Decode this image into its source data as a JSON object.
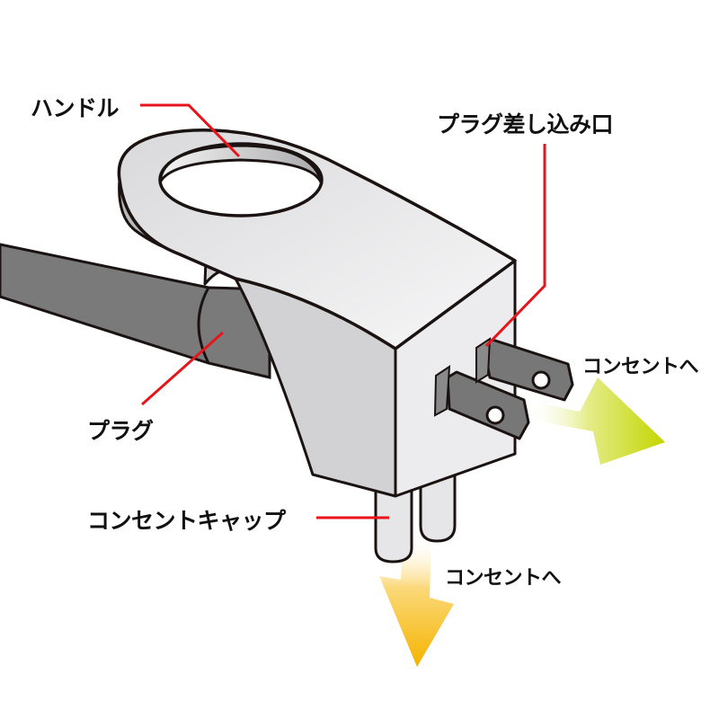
{
  "diagram": {
    "subject": "plug with handle and outlet cap",
    "labels": {
      "handle": "ハンドル",
      "plug_socket": "プラグ差し込み口",
      "plug": "プラグ",
      "outlet_cap": "コンセントキャップ",
      "to_outlet_right": "コンセントへ",
      "to_outlet_down": "コンセントへ"
    },
    "colors": {
      "leader_line": "#e8141c",
      "outline": "#1a1311",
      "body_light": "#e6e6e8",
      "body_mid": "#cfcfd1",
      "cord": "#7a7a7a",
      "prong": "#777777",
      "arrow_right": "#c3d600",
      "arrow_down": "#f5b800"
    }
  }
}
